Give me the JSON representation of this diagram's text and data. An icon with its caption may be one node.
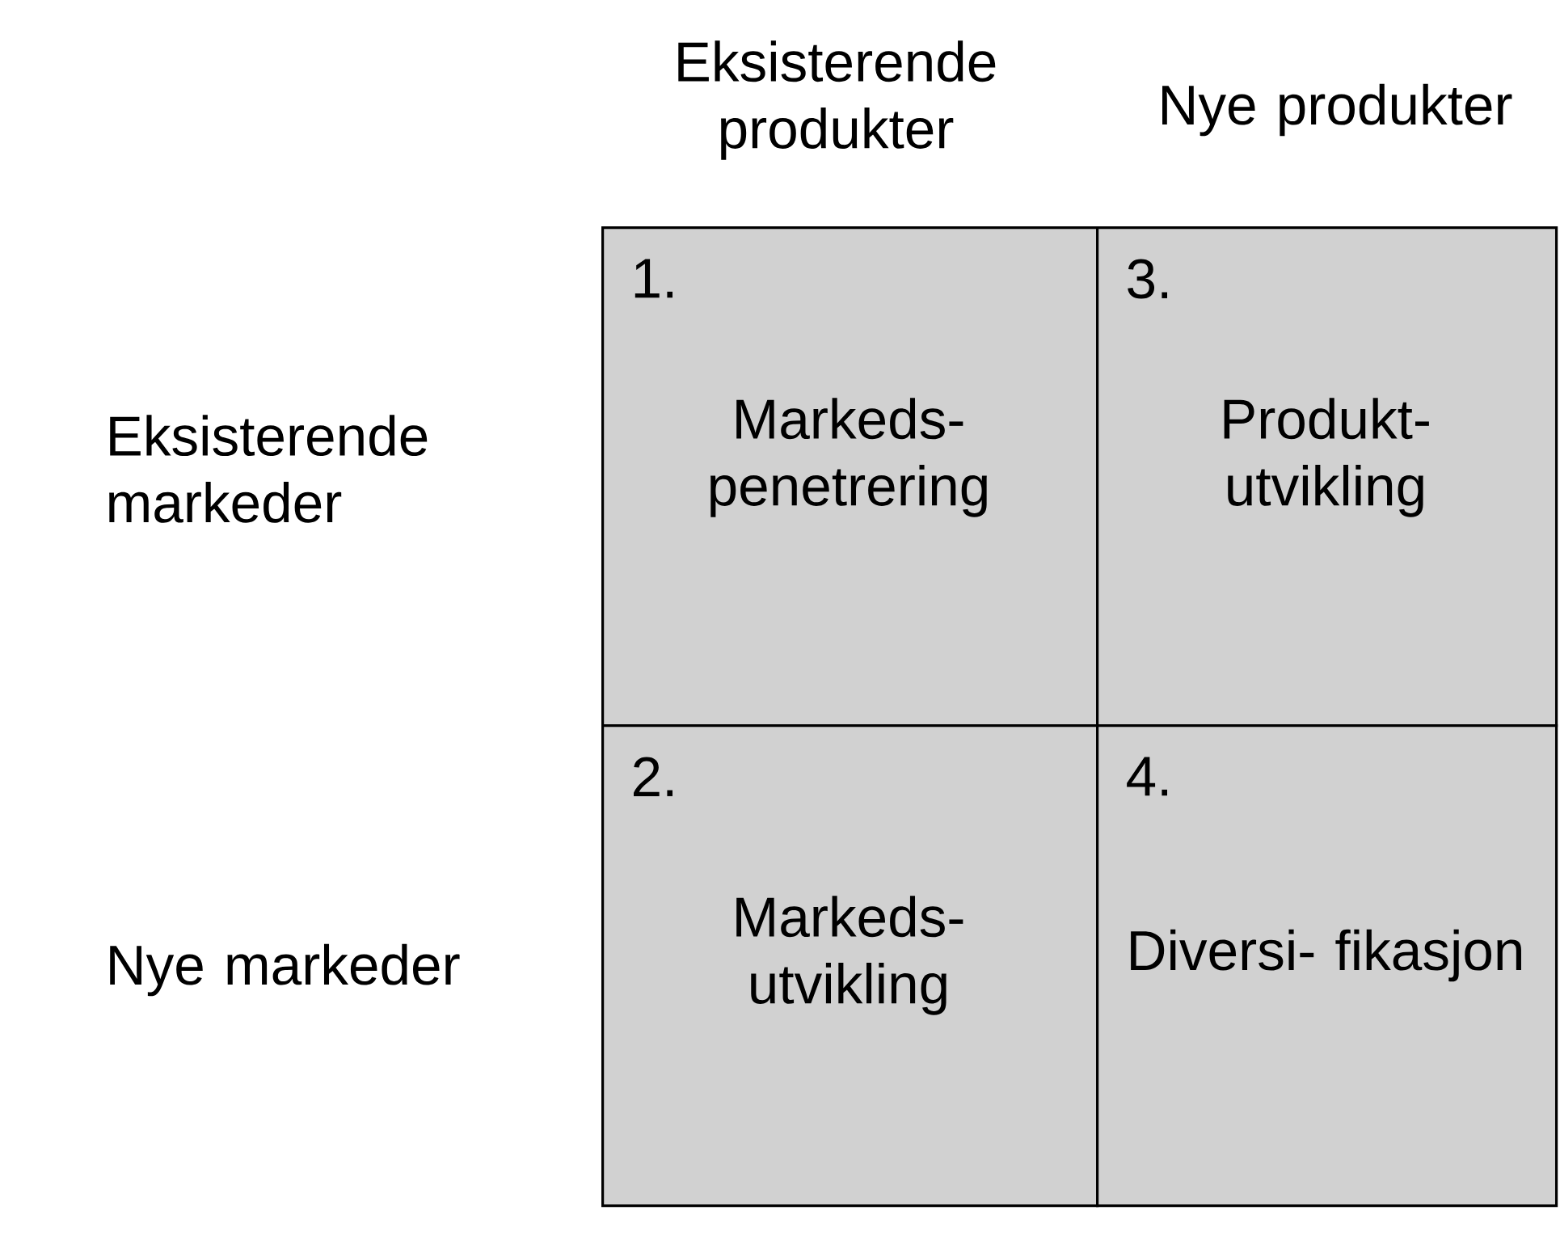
{
  "diagram": {
    "nodes": [
      {
        "text": [
          "1.",
          "Markeds- penetrering"
        ]
      },
      {
        "text": [
          "3.",
          "Produkt- utvikling"
        ]
      },
      {
        "text": [
          "2.",
          "Markeds- utvikling"
        ]
      },
      {
        "text": [
          "4.",
          "Diversi- fikasjon"
        ]
      }
    ],
    "labels": [
      "Eksisterende produkter",
      "Nye produkter",
      "Eksisterende markeder",
      "Nye markeder"
    ]
  }
}
